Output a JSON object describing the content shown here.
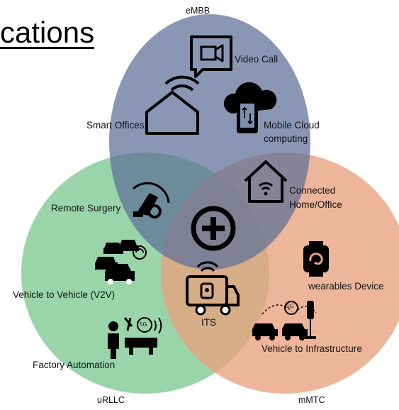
{
  "heading": "cations",
  "circles": {
    "embb": {
      "label": "eMBB",
      "color": "#7f8fb0"
    },
    "urllc": {
      "label": "uRLLC",
      "color": "#7ec991"
    },
    "mmtc": {
      "label": "mMTC",
      "color": "#e8a27f"
    }
  },
  "center_icon": "plus-circle-icon",
  "items": {
    "video_call": {
      "label": "Video Call",
      "icon": "video-call-icon"
    },
    "smart_offices": {
      "label": "Smart Offices",
      "icon": "wifi-home-icon"
    },
    "mobile_cloud": {
      "label_line1": "Mobile Cloud",
      "label_line2": "computing",
      "icon": "cloud-phone-icon"
    },
    "connected_home": {
      "label_line1": "Connected",
      "label_line2": "Home/Office",
      "icon": "wifi-house-icon"
    },
    "remote_surgery": {
      "label": "Remote Surgery",
      "icon": "robot-arm-icon"
    },
    "v2v": {
      "label": "Vehicle to Vehicle (V2V)",
      "icon": "cars-icon"
    },
    "its": {
      "label": "ITS",
      "icon": "connected-truck-icon"
    },
    "wearables": {
      "label": "wearables Device",
      "icon": "smartwatch-icon"
    },
    "factory": {
      "label": "Factory Automation",
      "icon": "factory-worker-icon"
    },
    "v2i": {
      "label": "Vehicle to Infrastructure",
      "icon": "car-traffic-light-icon"
    }
  },
  "v2i_badge": "5G",
  "factory_badge": "5G"
}
